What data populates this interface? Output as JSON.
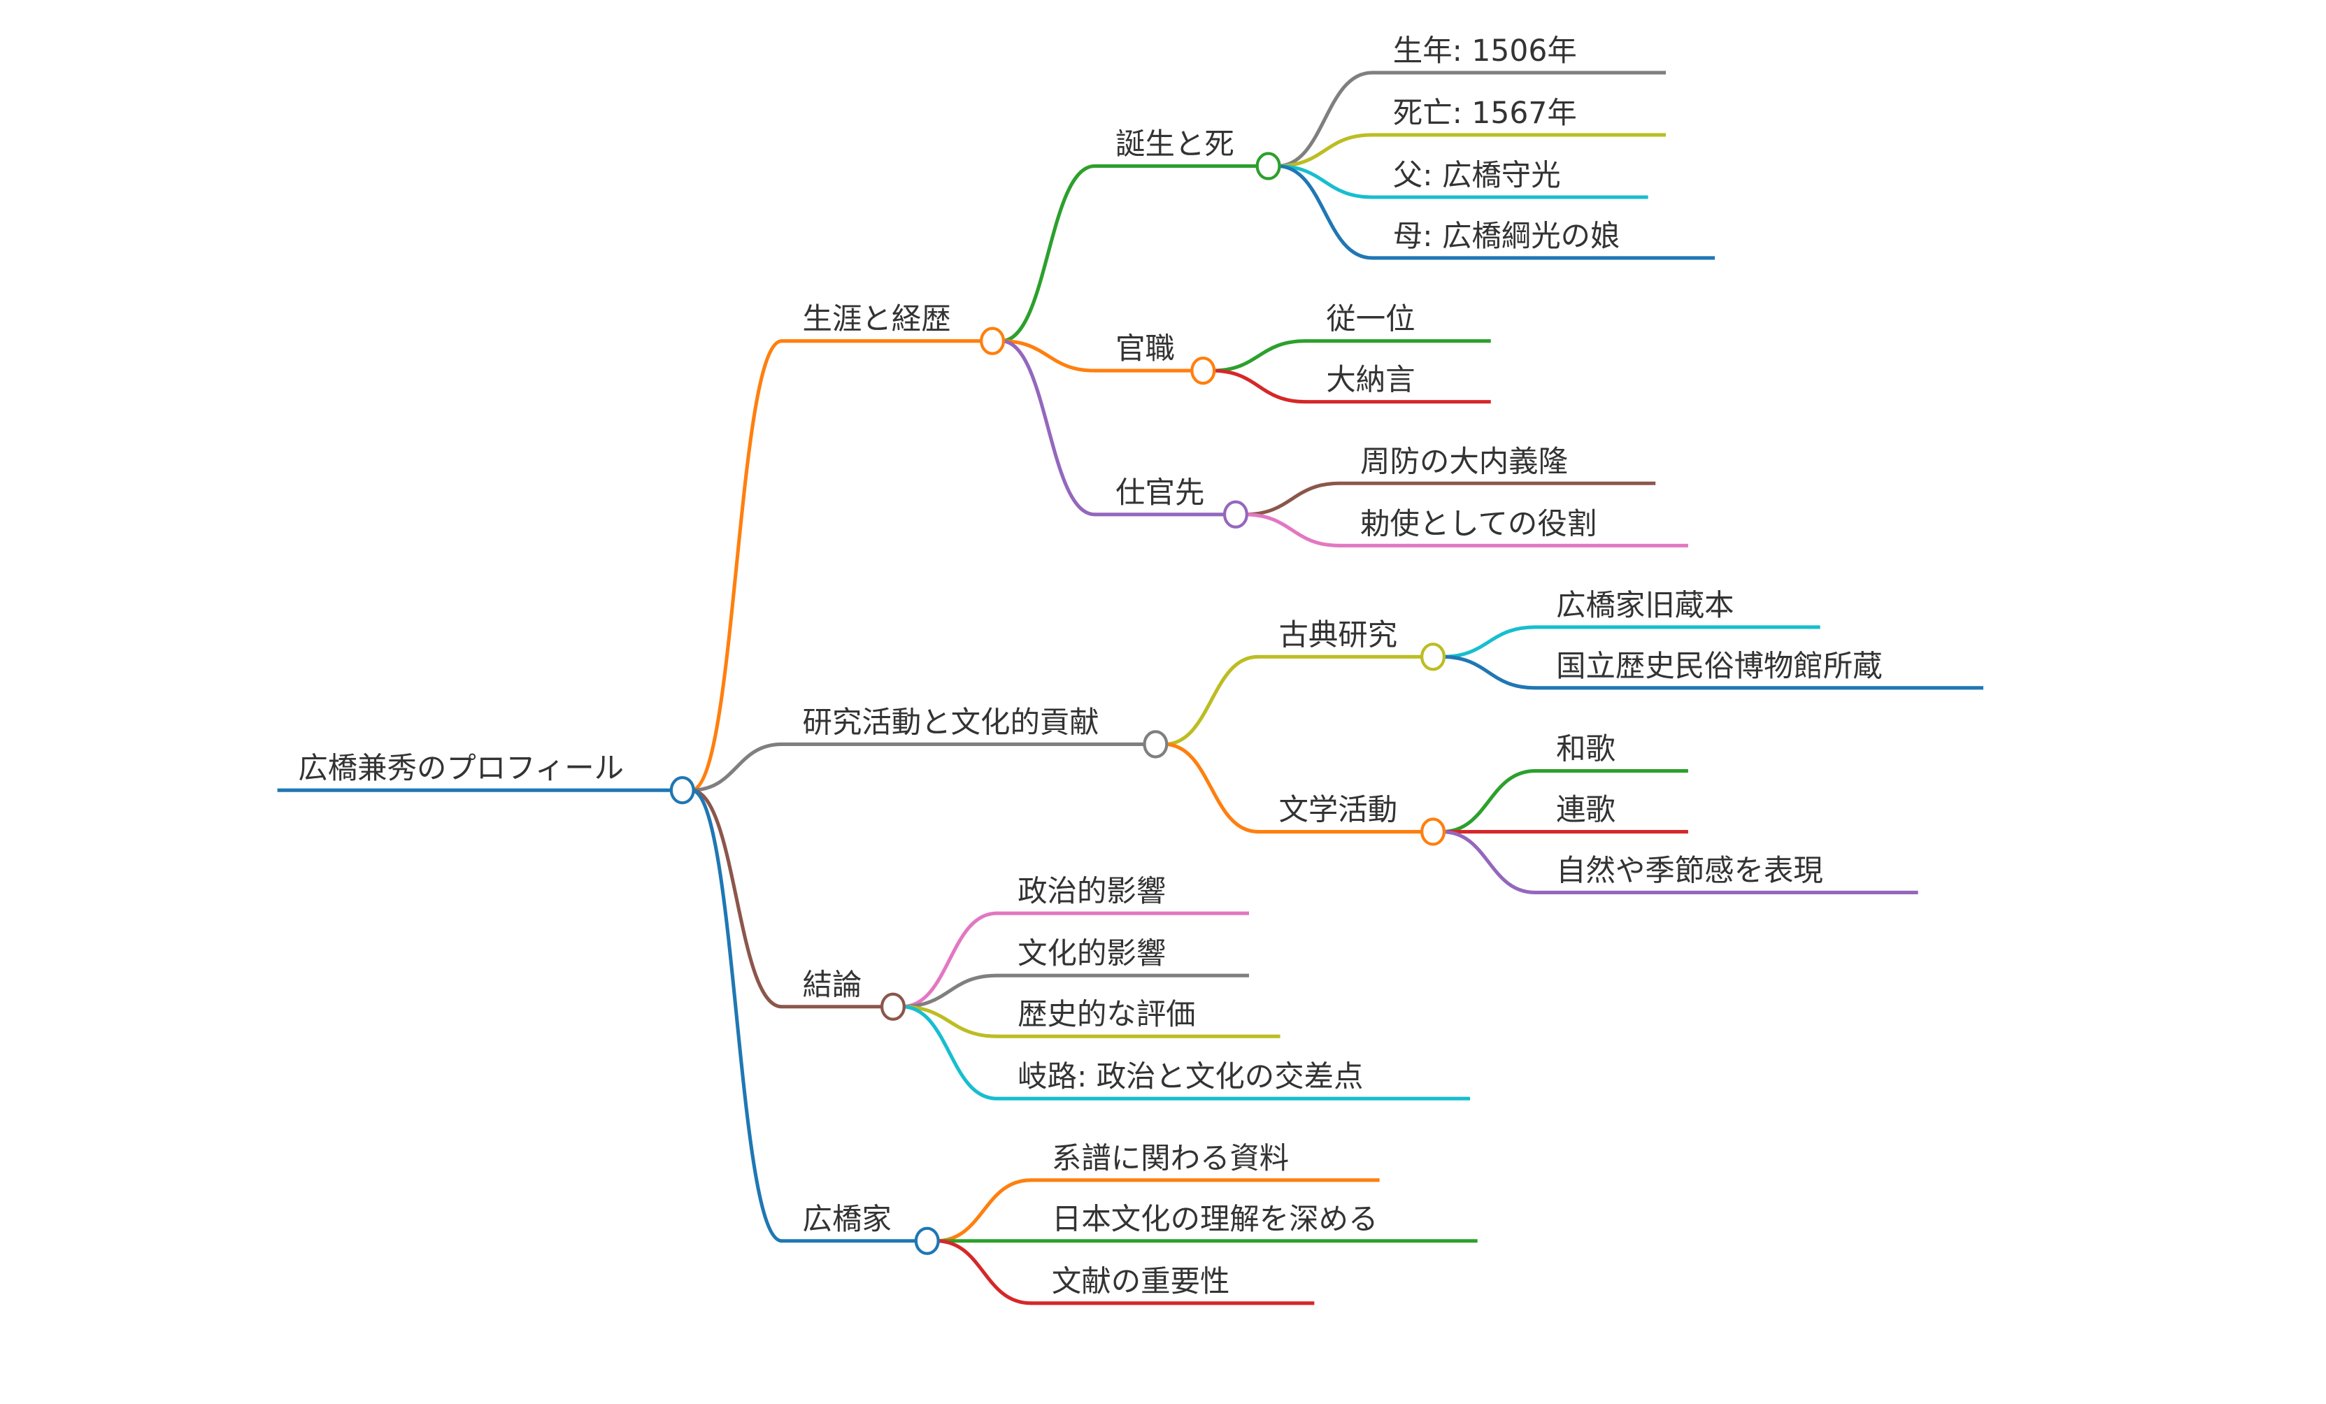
{
  "title": "広橋兼秀のプロフィール",
  "root": {
    "label": "広橋兼秀のプロフィール",
    "color": "#1f77b4",
    "children": [
      {
        "label": "生涯と経歴",
        "color": "#ff7f0e",
        "children": [
          {
            "label": "誕生と死",
            "color": "#2ca02c",
            "children": [
              {
                "label": "生年: 1506年",
                "color": "#7f7f7f"
              },
              {
                "label": "死亡: 1567年",
                "color": "#bcbd22"
              },
              {
                "label": "父: 広橋守光",
                "color": "#17becf"
              },
              {
                "label": "母: 広橋綱光の娘",
                "color": "#1f77b4"
              }
            ]
          },
          {
            "label": "官職",
            "color": "#ff7f0e",
            "children": [
              {
                "label": "従一位",
                "color": "#2ca02c"
              },
              {
                "label": "大納言",
                "color": "#d62728"
              }
            ]
          },
          {
            "label": "仕官先",
            "color": "#9467bd",
            "children": [
              {
                "label": "周防の大内義隆",
                "color": "#8c564b"
              },
              {
                "label": "勅使としての役割",
                "color": "#e377c2"
              }
            ]
          }
        ]
      },
      {
        "label": "研究活動と文化的貢献",
        "color": "#7f7f7f",
        "children": [
          {
            "label": "古典研究",
            "color": "#bcbd22",
            "children": [
              {
                "label": "広橋家旧蔵本",
                "color": "#17becf"
              },
              {
                "label": "国立歴史民俗博物館所蔵",
                "color": "#1f77b4"
              }
            ]
          },
          {
            "label": "文学活動",
            "color": "#ff7f0e",
            "children": [
              {
                "label": "和歌",
                "color": "#2ca02c"
              },
              {
                "label": "連歌",
                "color": "#d62728"
              },
              {
                "label": "自然や季節感を表現",
                "color": "#9467bd"
              }
            ]
          }
        ]
      },
      {
        "label": "結論",
        "color": "#8c564b",
        "children": [
          {
            "label": "政治的影響",
            "color": "#e377c2"
          },
          {
            "label": "文化的影響",
            "color": "#7f7f7f"
          },
          {
            "label": "歴史的な評価",
            "color": "#bcbd22"
          },
          {
            "label": "岐路: 政治と文化の交差点",
            "color": "#17becf"
          }
        ]
      },
      {
        "label": "広橋家",
        "color": "#1f77b4",
        "children": [
          {
            "label": "系譜に関わる資料",
            "color": "#ff7f0e"
          },
          {
            "label": "日本文化の理解を深める",
            "color": "#2ca02c"
          },
          {
            "label": "文献の重要性",
            "color": "#d62728"
          }
        ]
      }
    ]
  }
}
